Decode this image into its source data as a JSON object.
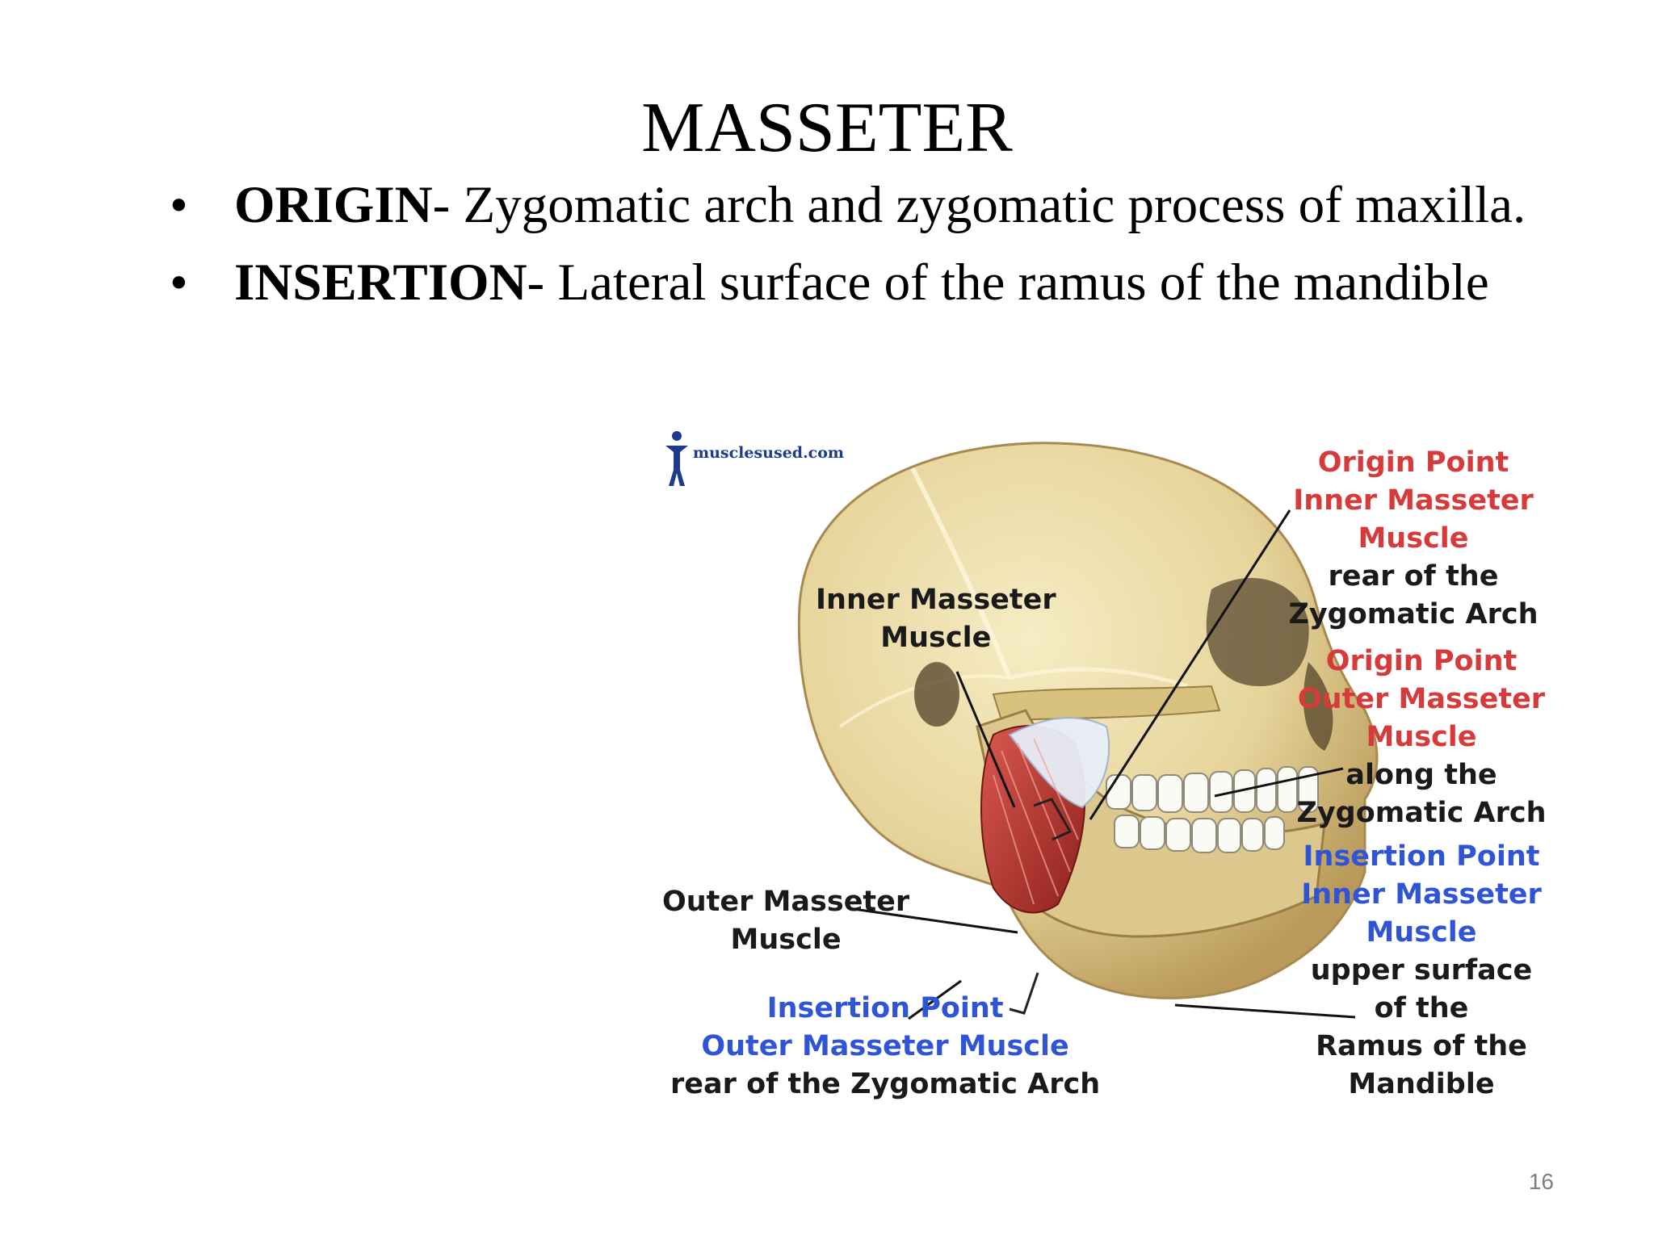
{
  "slide": {
    "title": "MASSETER",
    "page_number": "16",
    "bullets": [
      {
        "term": "ORIGIN",
        "text": "- Zygomatic arch and zygomatic process of maxilla."
      },
      {
        "term": "INSERTION",
        "text": "- Lateral surface of the ramus of the mandible"
      }
    ]
  },
  "figure": {
    "logo": "musclesused.com",
    "labels": {
      "inner_masseter": [
        "Inner Masseter",
        "Muscle"
      ],
      "outer_masseter": [
        "Outer Masseter",
        "Muscle"
      ],
      "insertion_outer": [
        "Insertion Point",
        "Outer Masseter Muscle"
      ],
      "insertion_outer_desc": "rear of the Zygomatic Arch",
      "origin_inner": [
        "Origin Point",
        "Inner Masseter",
        "Muscle"
      ],
      "origin_inner_desc": [
        "rear of the",
        "Zygomatic Arch"
      ],
      "origin_outer": [
        "Origin Point",
        "Outer Masseter",
        "Muscle"
      ],
      "origin_outer_desc": [
        "along the",
        "Zygomatic Arch"
      ],
      "insertion_inner": [
        "Insertion Point",
        "Inner Masseter",
        "Muscle"
      ],
      "insertion_inner_desc": [
        "upper surface",
        "of the",
        "Ramus of the",
        "Mandible"
      ]
    },
    "colors": {
      "origin": "#d63a3a",
      "insertion": "#2f55d6",
      "bone": "#e6d49a",
      "muscle": "#b9302b"
    }
  }
}
